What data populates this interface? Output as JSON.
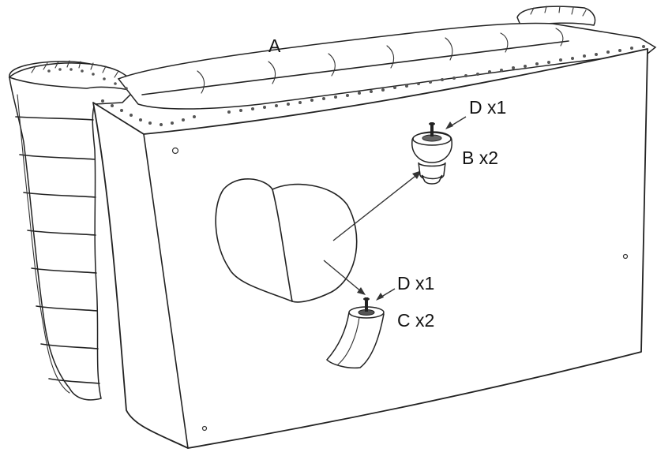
{
  "diagram": {
    "labels": {
      "part_a": "A",
      "part_b": "B x2",
      "part_c": "C x2",
      "part_d_top": "D x1",
      "part_d_bottom": "D x1"
    },
    "colors": {
      "line": "#222222",
      "background": "#ffffff",
      "stud": "#555555"
    },
    "parts": [
      {
        "id": "A",
        "name": "sofa-body-icon"
      },
      {
        "id": "B",
        "name": "round-leg-icon"
      },
      {
        "id": "C",
        "name": "curved-leg-icon"
      },
      {
        "id": "D",
        "name": "screw-bolt-icon"
      }
    ]
  }
}
